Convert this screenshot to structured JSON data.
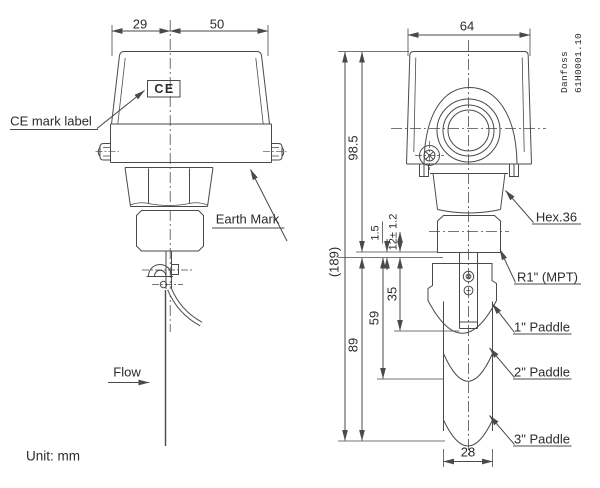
{
  "drawing": {
    "unit_note": "Unit: mm",
    "brand_line1": "Danfoss",
    "brand_line2": "61H0001.10",
    "colors": {
      "line": "#4a4a4a",
      "text": "#2b2b2b",
      "background": "#ffffff"
    }
  },
  "front_view": {
    "dim_left": "29",
    "dim_right": "50",
    "ce_text": "CE",
    "ce_label": "CE mark label",
    "earth_label": "Earth Mark",
    "flow_label": "Flow"
  },
  "side_view": {
    "dim_width": "64",
    "dim_height": "98.5",
    "dim_total": "(189)",
    "dim_gap": "1.5",
    "dim_thread_depth": "12± 1.2",
    "dim_paddle1": "35",
    "dim_paddle2": "59",
    "dim_paddle3": "89",
    "dim_paddle_width": "28",
    "hex_label": "Hex.36",
    "thread_label": "R1\" (MPT)",
    "paddle1_label": "1\" Paddle",
    "paddle2_label": "2\" Paddle",
    "paddle3_label": "3\" Paddle"
  }
}
